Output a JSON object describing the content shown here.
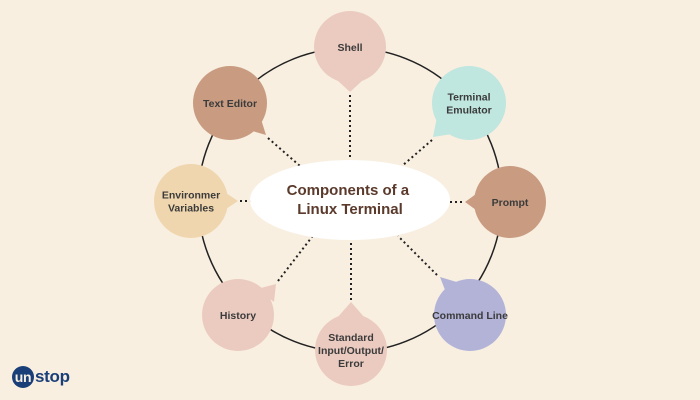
{
  "diagram": {
    "center": {
      "lines": [
        "Components of a",
        "Linux Terminal"
      ],
      "color": "#ffffff"
    },
    "ring_color": "#222222",
    "nodes": [
      {
        "id": "shell",
        "lines": [
          "Shell"
        ],
        "color": "#ebcbc0"
      },
      {
        "id": "terminal-emulator",
        "lines": [
          "Terminal",
          "Emulator"
        ],
        "color": "#bfe6df"
      },
      {
        "id": "prompt",
        "lines": [
          "Prompt"
        ],
        "color": "#c99c82"
      },
      {
        "id": "command-line",
        "lines": [
          "Command Line"
        ],
        "color": "#b3b3d8"
      },
      {
        "id": "standard-io",
        "lines": [
          "Standard",
          "Input/Output/",
          "Error"
        ],
        "color": "#ebcbc0"
      },
      {
        "id": "history",
        "lines": [
          "History"
        ],
        "color": "#ebcbc0"
      },
      {
        "id": "environment-variables",
        "lines": [
          "Environmer",
          "Variables"
        ],
        "color": "#efd6ae"
      },
      {
        "id": "text-editor",
        "lines": [
          "Text Editor"
        ],
        "color": "#c99c82"
      }
    ]
  },
  "logo": {
    "mark": "un",
    "rest": "stop",
    "color": "#1a3f78"
  }
}
